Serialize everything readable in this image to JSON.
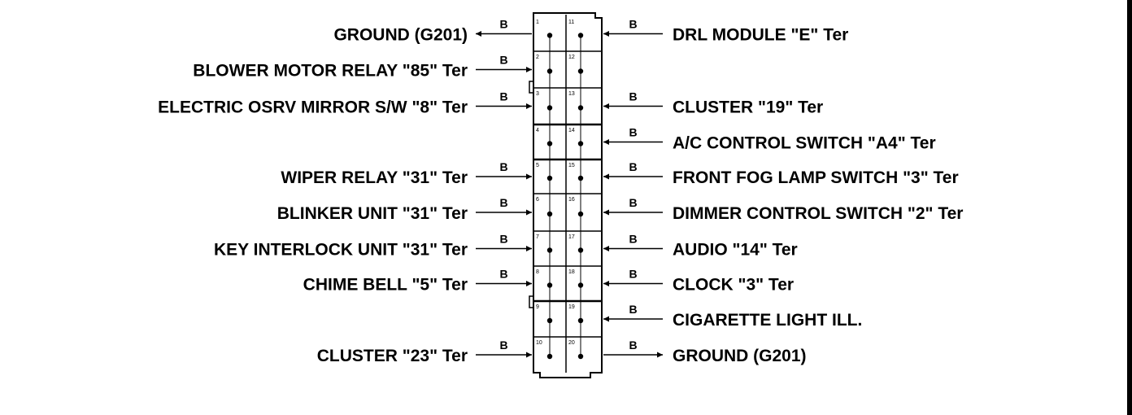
{
  "left_labels": [
    {
      "row": 0,
      "text": "GROUND (G201)",
      "wire": "B",
      "dir": "out"
    },
    {
      "row": 1,
      "text": "BLOWER MOTOR RELAY \"85\" Ter",
      "wire": "B",
      "dir": "in"
    },
    {
      "row": 2,
      "text": "ELECTRIC OSRV MIRROR S/W \"8\" Ter",
      "wire": "B",
      "dir": "in"
    },
    {
      "row": 4,
      "text": "WIPER RELAY \"31\" Ter",
      "wire": "B",
      "dir": "in"
    },
    {
      "row": 5,
      "text": "BLINKER UNIT \"31\" Ter",
      "wire": "B",
      "dir": "in"
    },
    {
      "row": 6,
      "text": "KEY INTERLOCK UNIT \"31\" Ter",
      "wire": "B",
      "dir": "in"
    },
    {
      "row": 7,
      "text": "CHIME BELL \"5\" Ter",
      "wire": "B",
      "dir": "in"
    },
    {
      "row": 9,
      "text": "CLUSTER \"23\" Ter",
      "wire": "B",
      "dir": "in"
    }
  ],
  "right_labels": [
    {
      "row": 0,
      "text": "DRL MODULE \"E\" Ter",
      "wire": "B",
      "dir": "in"
    },
    {
      "row": 2,
      "text": "CLUSTER \"19\" Ter",
      "wire": "B",
      "dir": "in"
    },
    {
      "row": 3,
      "text": "A/C CONTROL SWITCH \"A4\" Ter",
      "wire": "B",
      "dir": "in"
    },
    {
      "row": 4,
      "text": "FRONT FOG LAMP SWITCH \"3\" Ter",
      "wire": "B",
      "dir": "in"
    },
    {
      "row": 5,
      "text": "DIMMER CONTROL SWITCH \"2\" Ter",
      "wire": "B",
      "dir": "in"
    },
    {
      "row": 6,
      "text": "AUDIO \"14\" Ter",
      "wire": "B",
      "dir": "in"
    },
    {
      "row": 7,
      "text": "CLOCK \"3\" Ter",
      "wire": "B",
      "dir": "in"
    },
    {
      "row": 8,
      "text": "CIGARETTE LIGHT ILL.",
      "wire": "B",
      "dir": "in"
    },
    {
      "row": 9,
      "text": "GROUND (G201)",
      "wire": "B",
      "dir": "out"
    }
  ],
  "pins_left": [
    "1",
    "2",
    "3",
    "4",
    "5",
    "6",
    "7",
    "8",
    "9",
    "10"
  ],
  "pins_right": [
    "11",
    "12",
    "13",
    "14",
    "15",
    "16",
    "17",
    "18",
    "19",
    "20"
  ],
  "colors": {
    "line": "#000000",
    "background": "#ffffff"
  }
}
